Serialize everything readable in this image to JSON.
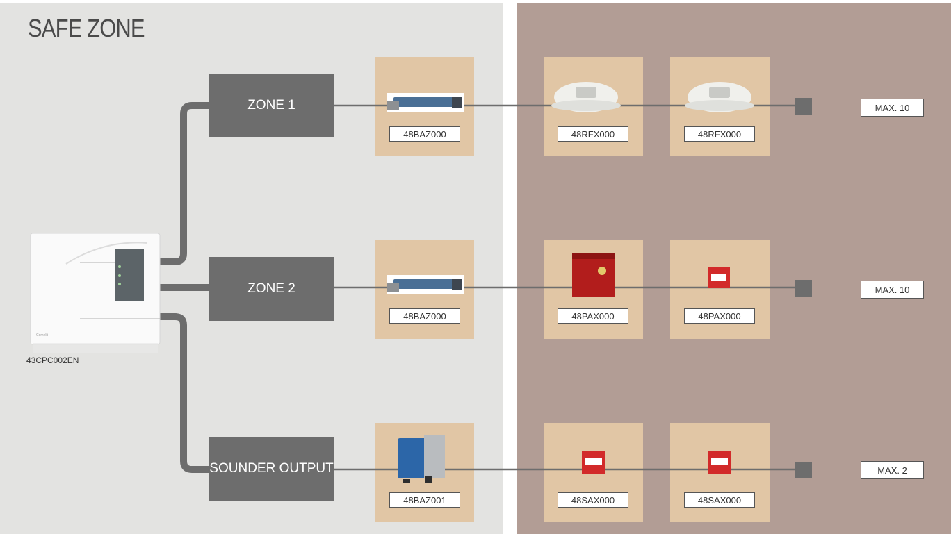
{
  "safe_zone": {
    "title": "SAFE ZONE"
  },
  "panel": {
    "code": "43CPC002EN"
  },
  "rows": [
    {
      "zone_label": "ZONE 1",
      "module_code": "48BAZ000",
      "device_codes": [
        "48RFX000",
        "48RFX000"
      ],
      "max": "MAX. 10"
    },
    {
      "zone_label": "ZONE 2",
      "module_code": "48BAZ000",
      "device_codes": [
        "48PAX000",
        "48PAX000"
      ],
      "max": "MAX. 10"
    },
    {
      "zone_label": "SOUNDER OUTPUT",
      "module_code": "48BAZ001",
      "device_codes": [
        "48SAX000",
        "48SAX000"
      ],
      "max": "MAX. 2"
    }
  ],
  "colors": {
    "safe_zone_bg": "#e3e3e1",
    "hazard_zone_bg": "#b29d95",
    "device_bg": "#e1c6a5",
    "zone_box": "#6d6d6d"
  }
}
